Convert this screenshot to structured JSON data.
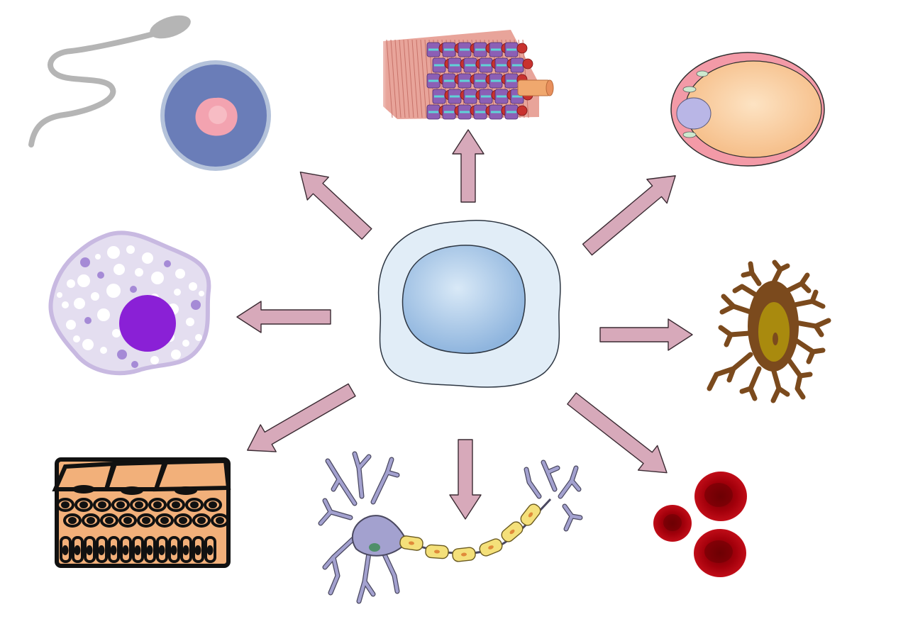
{
  "diagram": {
    "center": {
      "icon": "stem-cell-icon"
    },
    "arrow_color": "#d7a9ba",
    "arrow_stroke": "#3b2b33",
    "derived_cells": [
      {
        "name": "gametes",
        "icons": [
          "sperm-cell-icon",
          "egg-cell-icon"
        ]
      },
      {
        "name": "muscle",
        "icons": [
          "muscle-fiber-bundle-icon"
        ]
      },
      {
        "name": "fat",
        "icons": [
          "fat-cell-icon"
        ]
      },
      {
        "name": "bone",
        "icons": [
          "osteocyte-icon"
        ]
      },
      {
        "name": "blood",
        "icons": [
          "red-blood-cells-icon"
        ]
      },
      {
        "name": "nerve",
        "icons": [
          "neuron-icon"
        ]
      },
      {
        "name": "epithelial",
        "icons": [
          "epithelial-tissue-icon"
        ]
      },
      {
        "name": "immune",
        "icons": [
          "macrophage-icon"
        ]
      }
    ]
  }
}
